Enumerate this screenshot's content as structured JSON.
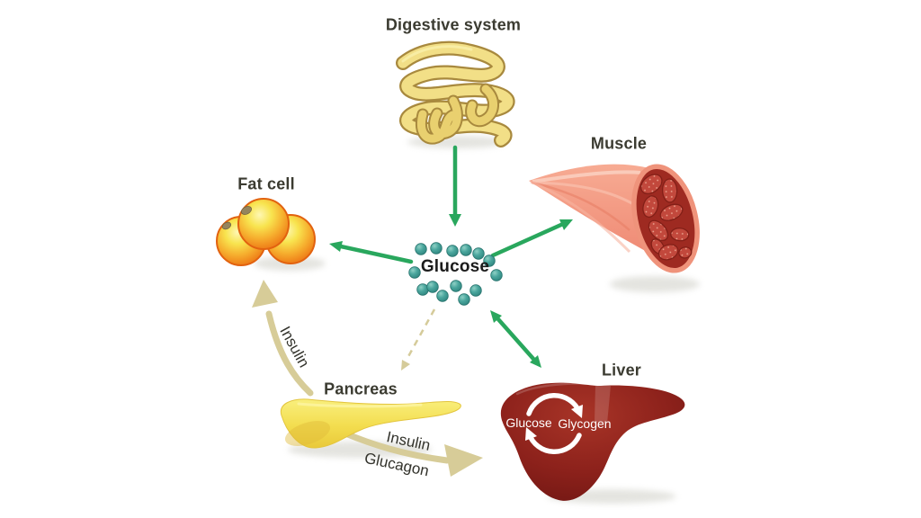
{
  "labels": {
    "digestive_system": "Digestive system",
    "muscle": "Muscle",
    "fat_cell": "Fat cell",
    "glucose": "Glucose",
    "pancreas": "Pancreas",
    "liver": "Liver",
    "insulin_to_fat_cell": "Insulin",
    "insulin_to_liver": "Insulin",
    "glucagon_to_liver": "Glucagon",
    "liver_cycle_glucose": "Glucose",
    "liver_cycle_glycogen": "Glycogen"
  },
  "colors": {
    "background": "#ffffff",
    "arrow_green": "#29a75d",
    "arrow_tan": "#d7cc98",
    "glucose_dot_teal": "#3d9b94",
    "label_text": "#3b3b31",
    "liver_red": "#8c211b",
    "pancreas_yellow": "#f3dd4f",
    "fat_cell_orange": "#f0871c",
    "muscle_salmon": "#f2937d",
    "intestine_yellow": "#f2df87",
    "cycle_text_white": "#ffffff"
  },
  "diagram": {
    "nodes": [
      "Digestive system",
      "Glucose",
      "Fat cell",
      "Muscle",
      "Liver",
      "Pancreas"
    ],
    "connections": [
      {
        "from": "Digestive system",
        "to": "Glucose",
        "label": "",
        "style": "green-arrow"
      },
      {
        "from": "Glucose",
        "to": "Fat cell",
        "label": "",
        "style": "green-arrow"
      },
      {
        "from": "Glucose",
        "to": "Muscle",
        "label": "",
        "style": "green-arrow"
      },
      {
        "from": "Glucose",
        "to": "Liver",
        "label": "",
        "style": "green-double-arrow"
      },
      {
        "from": "Glucose",
        "to": "Pancreas",
        "label": "",
        "style": "tan-dashed-arrow"
      },
      {
        "from": "Pancreas",
        "to": "Fat cell",
        "label": "Insulin",
        "style": "tan-arrow"
      },
      {
        "from": "Pancreas",
        "to": "Liver",
        "label": "Insulin / Glucagon",
        "style": "tan-arrow"
      },
      {
        "from": "Glucose",
        "to": "Glycogen",
        "label": "conversion cycle inside liver",
        "style": "white-cycle-arrows"
      }
    ]
  }
}
